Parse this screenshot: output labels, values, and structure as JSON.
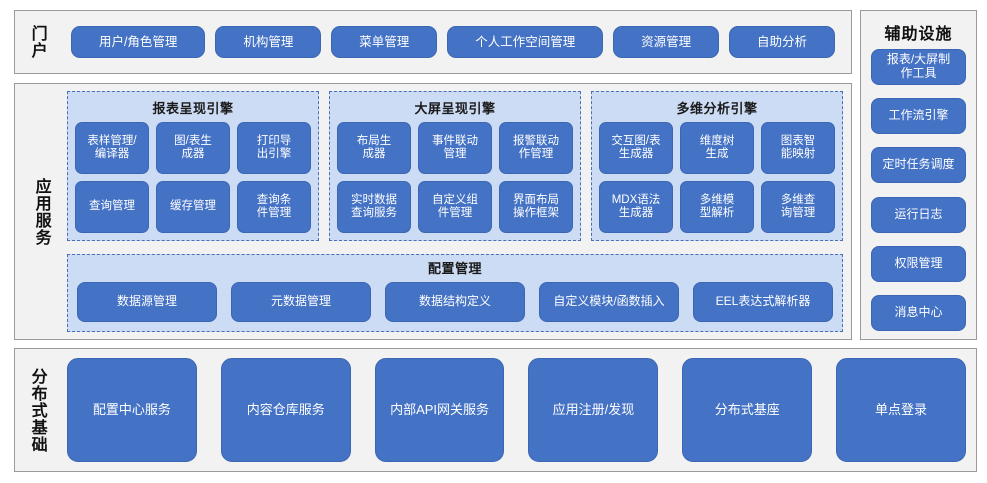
{
  "colors": {
    "button_blue": "#4472C4",
    "button_border": "#3B66B3",
    "panel_bg": "#F2F2F2",
    "panel_border": "#9A9A9A",
    "group_bg": "#CCDCF4",
    "group_border": "#4A6FB5",
    "label_text": "#111111"
  },
  "portal": {
    "label": "门户",
    "items": [
      {
        "label": "用户/角色管理"
      },
      {
        "label": "机构管理"
      },
      {
        "label": "菜单管理"
      },
      {
        "label": "个人工作空间管理"
      },
      {
        "label": "资源管理"
      },
      {
        "label": "自助分析"
      }
    ]
  },
  "aux": {
    "title": "辅助设施",
    "items": [
      {
        "label": "报表/大屏制\n作工具"
      },
      {
        "label": "工作流引擎"
      },
      {
        "label": "定时任务调度"
      },
      {
        "label": "运行日志"
      },
      {
        "label": "权限管理"
      },
      {
        "label": "消息中心"
      }
    ]
  },
  "app_services": {
    "label": "应用服务",
    "engines": [
      {
        "title": "报表呈现引擎",
        "items": [
          {
            "label": "表样管理/\n编译器"
          },
          {
            "label": "图/表生\n成器"
          },
          {
            "label": "打印导\n出引擎"
          },
          {
            "label": "查询管理"
          },
          {
            "label": "缓存管理"
          },
          {
            "label": "查询条\n件管理"
          }
        ]
      },
      {
        "title": "大屏呈现引擎",
        "items": [
          {
            "label": "布局生\n成器"
          },
          {
            "label": "事件联动\n管理"
          },
          {
            "label": "报警联动\n作管理"
          },
          {
            "label": "实时数据\n查询服务"
          },
          {
            "label": "自定义组\n件管理"
          },
          {
            "label": "界面布局\n操作框架"
          }
        ]
      },
      {
        "title": "多维分析引擎",
        "items": [
          {
            "label": "交互图/表\n生成器"
          },
          {
            "label": "维度树\n生成"
          },
          {
            "label": "图表智\n能映射"
          },
          {
            "label": "MDX语法\n生成器"
          },
          {
            "label": "多维模\n型解析"
          },
          {
            "label": "多维查\n询管理"
          }
        ]
      }
    ],
    "config": {
      "title": "配置管理",
      "items": [
        {
          "label": "数据源管理"
        },
        {
          "label": "元数据管理"
        },
        {
          "label": "数据结构定义"
        },
        {
          "label": "自定义模块/函数插入"
        },
        {
          "label": "EEL表达式解析器"
        }
      ]
    }
  },
  "distributed": {
    "label": "分布式基础",
    "items": [
      {
        "label": "配置中心服务"
      },
      {
        "label": "内容仓库服务"
      },
      {
        "label": "内部API网关服务"
      },
      {
        "label": "应用注册/发现"
      },
      {
        "label": "分布式基座"
      },
      {
        "label": "单点登录"
      }
    ]
  }
}
